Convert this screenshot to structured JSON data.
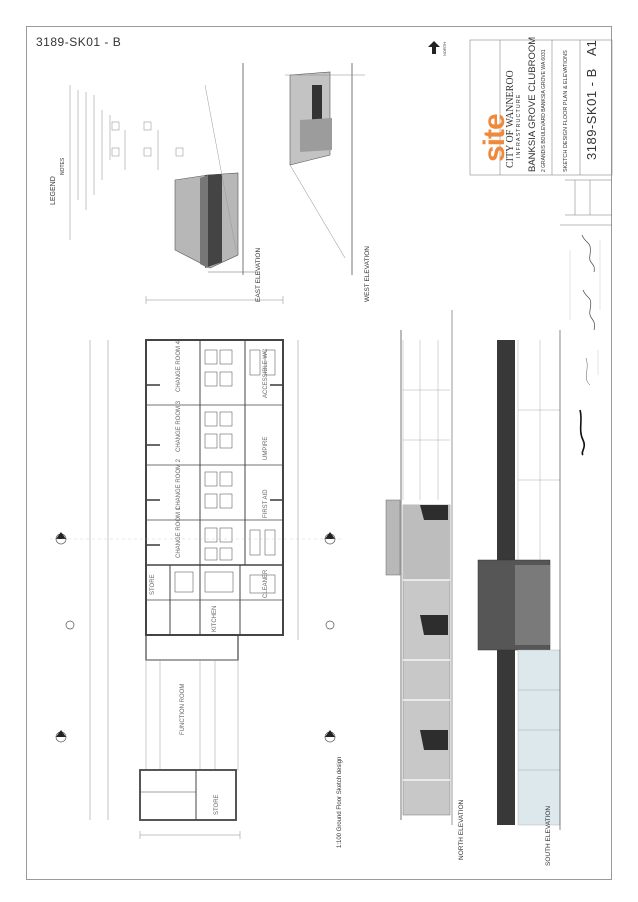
{
  "drawing": {
    "ref_top": "3189-SK01 - B",
    "north_label": "NORTH"
  },
  "title_block": {
    "logo": "site",
    "client": "CITY OF WANNEROO",
    "client_sub": "INFRASTRUCTURE",
    "project": "BANKSIA GROVE CLUBROOM",
    "address": "2 GRANDIS BOULEVARD BANKSIA GROVE WA 6031",
    "sheet_title": "SKETCH DESIGN FLOOR PLAN & ELEVATIONS",
    "sheet_number": "3189-SK01 - B",
    "sheet_size": "A1"
  },
  "legend": {
    "heading": "LEGEND",
    "notes_heading": "NOTES"
  },
  "views": {
    "east_elevation": "EAST ELEVATION",
    "west_elevation": "WEST ELEVATION",
    "north_elevation": "NORTH ELEVATION",
    "south_elevation": "SOUTH ELEVATION",
    "floor_plan": "1:100 Ground Floor Sketch design"
  },
  "rooms": [
    "CHANGE ROOM 4",
    "CHANGE ROOM 3",
    "CHANGE ROOM 2",
    "CHANGE ROOM 1",
    "STORE",
    "KITCHEN",
    "FUNCTION ROOM",
    "STORE",
    "ACCESSIBLE WC",
    "UMPIRE",
    "FIRST AID",
    "CLEANER"
  ]
}
